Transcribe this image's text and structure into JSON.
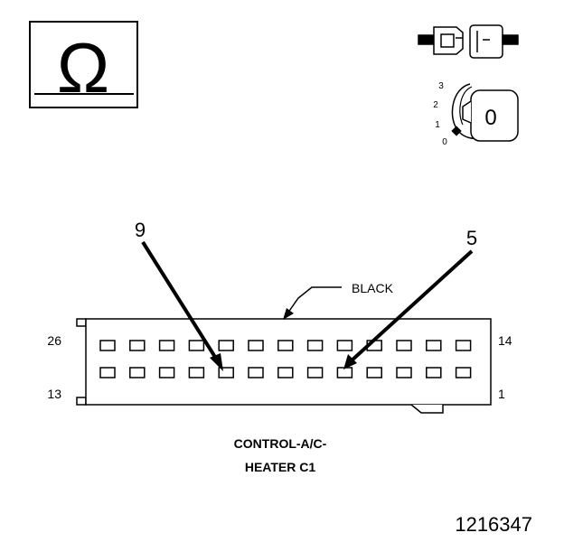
{
  "ohm_symbol": "Ω",
  "key_switch": {
    "positions": [
      "3",
      "2",
      "1",
      "0"
    ],
    "key_label": "0"
  },
  "callouts": {
    "left_number": "9",
    "right_number": "5",
    "color_label": "BLACK"
  },
  "connector": {
    "pin_labels": {
      "top_left": "26",
      "bottom_left": "13",
      "top_right": "14",
      "bottom_right": "1"
    },
    "rows": 2,
    "pins_per_row": 13,
    "name_line1": "CONTROL-A/C-",
    "name_line2": "HEATER C1"
  },
  "figure_number": "1216347"
}
